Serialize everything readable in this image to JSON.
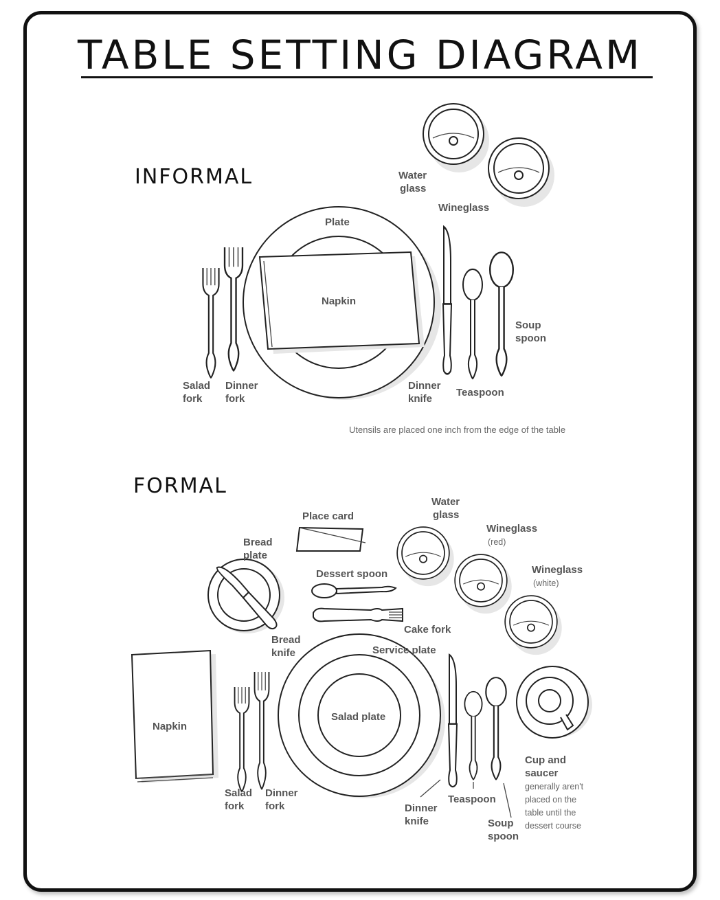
{
  "title": "TABLE SETTING DIAGRAM",
  "informal": {
    "heading": "INFORMAL",
    "labels": {
      "water_glass_1": "Water",
      "water_glass_2": "glass",
      "wineglass": "Wineglass",
      "plate": "Plate",
      "napkin": "Napkin",
      "soup_spoon_1": "Soup",
      "soup_spoon_2": "spoon",
      "salad_fork_1": "Salad",
      "salad_fork_2": "fork",
      "dinner_fork_1": "Dinner",
      "dinner_fork_2": "fork",
      "dinner_knife_1": "Dinner",
      "dinner_knife_2": "knife",
      "teaspoon": "Teaspoon"
    },
    "note": "Utensils are placed one inch from the edge of the table"
  },
  "formal": {
    "heading": "FORMAL",
    "labels": {
      "place_card": "Place card",
      "water_glass_1": "Water",
      "water_glass_2": "glass",
      "wineglass_red": "Wineglass",
      "wineglass_red_sub": "(red)",
      "wineglass_white": "Wineglass",
      "wineglass_white_sub": "(white)",
      "bread_plate_1": "Bread",
      "bread_plate_2": "plate",
      "dessert_spoon": "Dessert spoon",
      "cake_fork": "Cake fork",
      "bread_knife_1": "Bread",
      "bread_knife_2": "knife",
      "service_plate": "Service plate",
      "salad_plate": "Salad plate",
      "napkin": "Napkin",
      "salad_fork_1": "Salad",
      "salad_fork_2": "fork",
      "dinner_fork_1": "Dinner",
      "dinner_fork_2": "fork",
      "dinner_knife_1": "Dinner",
      "dinner_knife_2": "knife",
      "teaspoon": "Teaspoon",
      "soup_spoon_1": "Soup",
      "soup_spoon_2": "spoon",
      "cup_saucer_1": "Cup and",
      "cup_saucer_2": "saucer",
      "cup_note_1": "generally aren't",
      "cup_note_2": "placed on the",
      "cup_note_3": "table until the",
      "cup_note_4": "dessert course"
    }
  }
}
